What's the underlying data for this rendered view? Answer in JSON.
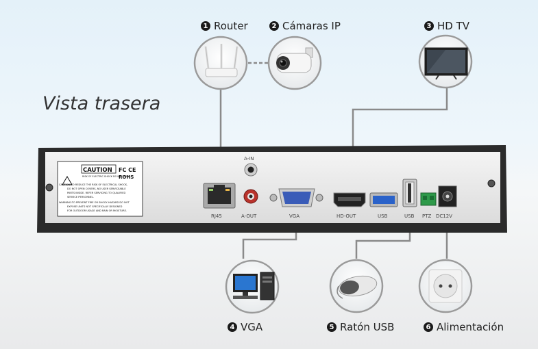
{
  "title": "Vista trasera",
  "peripherals": [
    {
      "num": "1",
      "label": "Router"
    },
    {
      "num": "2",
      "label": "Cámaras IP"
    },
    {
      "num": "3",
      "label": "HD TV"
    },
    {
      "num": "4",
      "label": "VGA"
    },
    {
      "num": "5",
      "label": "Ratón USB"
    },
    {
      "num": "6",
      "label": "Alimentación"
    }
  ],
  "ports": {
    "rj45": "RJ45",
    "ain": "A-IN",
    "aout": "A-OUT",
    "vga": "VGA",
    "hdout": "HD-OUT",
    "usb1": "USB",
    "usb2": "USB",
    "ptz": "PTZ",
    "dc": "DC12V"
  },
  "caution_panel": {
    "heading": "CAUTION",
    "sub": "RISK OF ELECTRIC SHOCK DO NOT OPEN",
    "fcc": "FC CE",
    "rohs": "ROHS",
    "line1": "CAUTION:TO REDUCE THE RISK OF ELECTRICAL SHOCK,",
    "line2": "DO NOT OPEN COVERS, NO USER SERVICEABLE",
    "line3": "PARTS INSIDE. REFER SERVICING TO QUALIFIED",
    "line4": "SERVICE PERSONNEL.",
    "line5": "WARNING:TO PREVENT FIRE OR SHOCK HAZARD DO NOT",
    "line6": "EXPOSE UNITS NOT SPECIFICALLY DESIGNED",
    "line7": "FOR OUTDOOR USAGE AND RAIN OR MOISTURE."
  },
  "colors": {
    "cable": "#8a8a8a",
    "chassis": "#2b2b2b",
    "panel": "#eeeeee",
    "usb_blue": "#2a62c9",
    "ptz_green": "#2e9a4a"
  }
}
